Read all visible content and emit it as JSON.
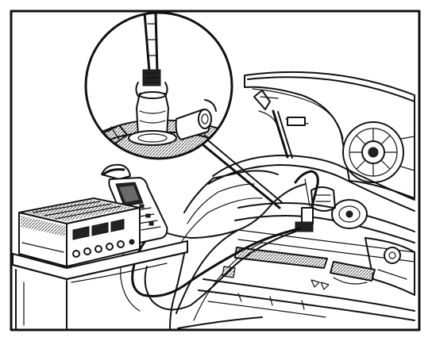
{
  "figure": {
    "background": "#ffffff",
    "line_color": "#111111",
    "style": "black-and-white line drawing",
    "components": [
      "frame",
      "engine-bay",
      "hood",
      "fan",
      "detail-magnifier",
      "sensor-connector",
      "test-leads",
      "diagnostic-tester",
      "bench-power-supply",
      "workbench"
    ]
  }
}
